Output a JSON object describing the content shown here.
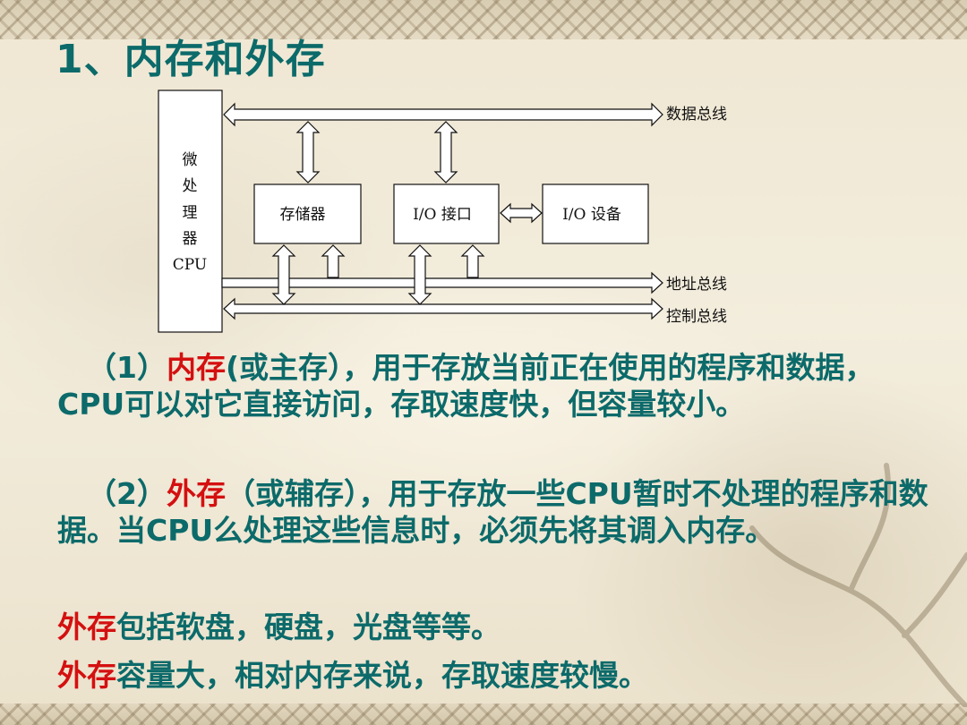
{
  "title": "1、内存和外存",
  "diagram": {
    "cpu_label_chars": [
      "微",
      "处",
      "理",
      "器",
      "CPU"
    ],
    "boxes": {
      "memory": "存储器",
      "io_port": "I/O 接口",
      "io_device": "I/O 设备"
    },
    "buses": {
      "data": "数据总线",
      "address": "地址总线",
      "control": "控制总线"
    }
  },
  "paragraphs": {
    "p1": {
      "prefix": "（1）",
      "highlight": "内存",
      "rest": "(或主存），用于存放当前正在使用的程序和数据，CPU可以对它直接访问，存取速度快，但容量较小。"
    },
    "p2": {
      "prefix": "（2）",
      "highlight": "外存",
      "rest": "（或辅存），用于存放一些CPU暂时不处理的程序和数据。当CPU么处理这些信息时，必须先将其调入内存。"
    },
    "l3": {
      "highlight": "外存",
      "rest": "包括软盘，硬盘，光盘等等。"
    },
    "l4": {
      "highlight": "外存",
      "rest": "容量大，相对内存来说，存取速度较慢。"
    }
  },
  "colors": {
    "teal_text": "#0c6a6a",
    "red_highlight": "#d41010"
  }
}
